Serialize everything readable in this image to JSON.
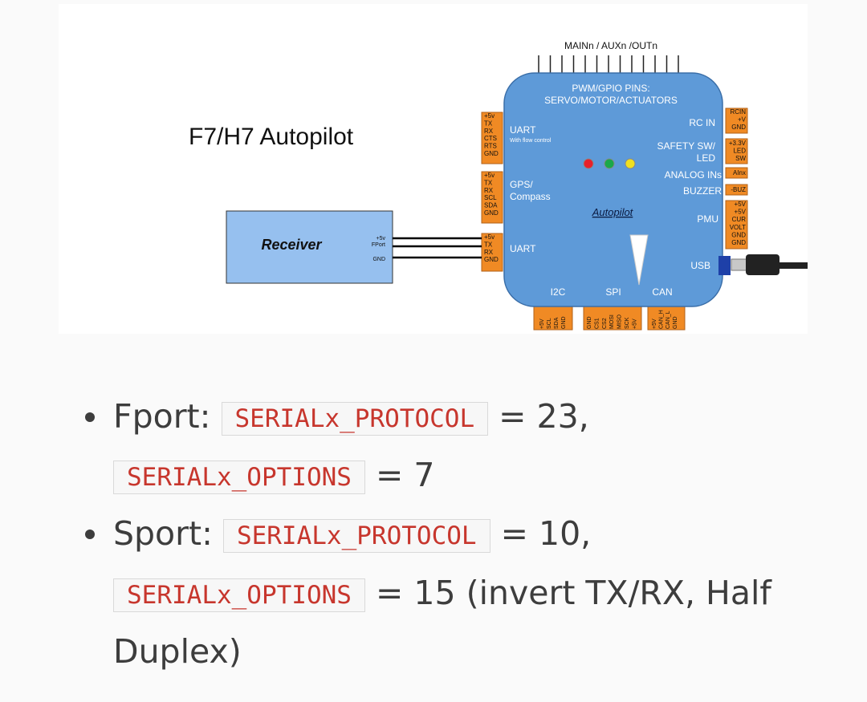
{
  "diagram": {
    "title": "F7/H7 Autopilot",
    "top_label": "MAINn / AUXn /OUTn",
    "header_line1": "PWM/GPIO PINS:",
    "header_line2": "SERVO/MOTOR/ACTUATORS",
    "autopilot_label": "Autopilot",
    "left_ports": [
      {
        "name": "UART",
        "sub": "With flow control",
        "pins": [
          "+5v",
          "TX",
          "RX",
          "CTS",
          "RTS",
          "GND"
        ]
      },
      {
        "name": "GPS/",
        "name2": "Compass",
        "pins": [
          "+5v",
          "TX",
          "RX",
          "SCL",
          "SDA",
          "GND"
        ]
      },
      {
        "name": "UART",
        "pins": [
          "+5v",
          "TX",
          "RX",
          "GND"
        ]
      }
    ],
    "right_ports": [
      {
        "name": "RC IN",
        "pins": [
          "RCIN",
          "+V",
          "GND"
        ]
      },
      {
        "name": "SAFETY SW/",
        "name2": "LED",
        "pins": [
          "+3.3V",
          "LED",
          "SW"
        ]
      },
      {
        "name": "ANALOG INs",
        "pins": [
          "AInx"
        ]
      },
      {
        "name": "BUZZER",
        "pins": [
          "-BUZ"
        ]
      },
      {
        "name": "PMU",
        "pins": [
          "+5V",
          "+5V",
          "CUR",
          "VOLT",
          "GND",
          "GND"
        ]
      },
      {
        "name": "USB",
        "pins": []
      }
    ],
    "bottom_ports": [
      {
        "name": "I2C",
        "pins": [
          "+5V",
          "SCL",
          "SDA",
          "GND"
        ]
      },
      {
        "name": "SPI",
        "pins": [
          "GND",
          "CS1",
          "CS2",
          "MOSI",
          "MISO",
          "SCK",
          "+5V"
        ]
      },
      {
        "name": "CAN",
        "pins": [
          "+5V",
          "CAN_H",
          "CAN_L",
          "GND"
        ]
      }
    ],
    "receiver": {
      "label": "Receiver",
      "pins": [
        "+5v",
        "FPort",
        "GND"
      ]
    },
    "led_colors": [
      "#e8202a",
      "#1aa84a",
      "#f0e020"
    ],
    "board_color": "#5e9ad8",
    "connector_color": "#f08a24"
  },
  "bullets": [
    {
      "label": "Fport:",
      "protocol_code": "SERIALx_PROTOCOL",
      "protocol_value": "= 23,",
      "options_code": "SERIALx_OPTIONS",
      "options_value": "= 7"
    },
    {
      "label": "Sport:",
      "protocol_code": "SERIALx_PROTOCOL",
      "protocol_value": "= 10,",
      "options_code": "SERIALx_OPTIONS",
      "options_value": "= 15 (invert TX/RX, Half",
      "continuation": "Duplex)"
    }
  ]
}
